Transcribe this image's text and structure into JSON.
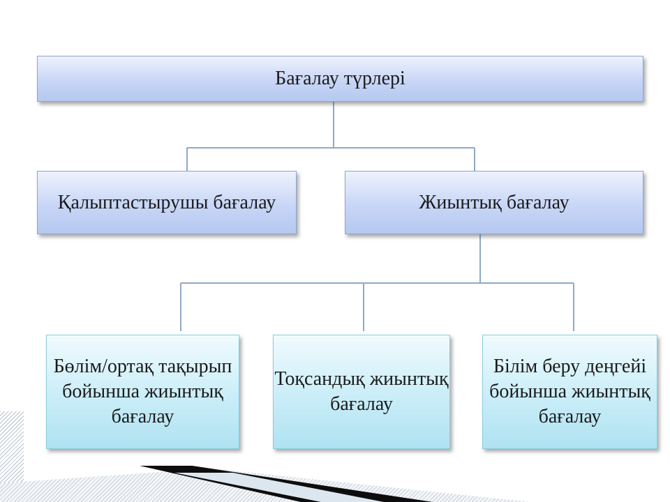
{
  "diagram": {
    "root": {
      "label": "Бағалау түрлері"
    },
    "formative": {
      "label": "Қалыптастырушы бағалау"
    },
    "summative": {
      "label": "Жиынтық бағалау"
    },
    "unit_summative": {
      "lines": [
        "Бөлім/ортақ тақырып",
        "бойынша жиынтық",
        "бағалау"
      ]
    },
    "term_summative": {
      "lines": [
        "Тоқсандық жиынтық",
        "бағалау"
      ]
    },
    "level_summative": {
      "lines": [
        "Білім беру деңгейі",
        "бойынша жиынтық",
        "бағалау"
      ]
    }
  },
  "colors": {
    "top_box_fill": "#c8d6f6",
    "bottom_box_fill": "#c6ecf7",
    "connector": "#8fa9c8"
  }
}
